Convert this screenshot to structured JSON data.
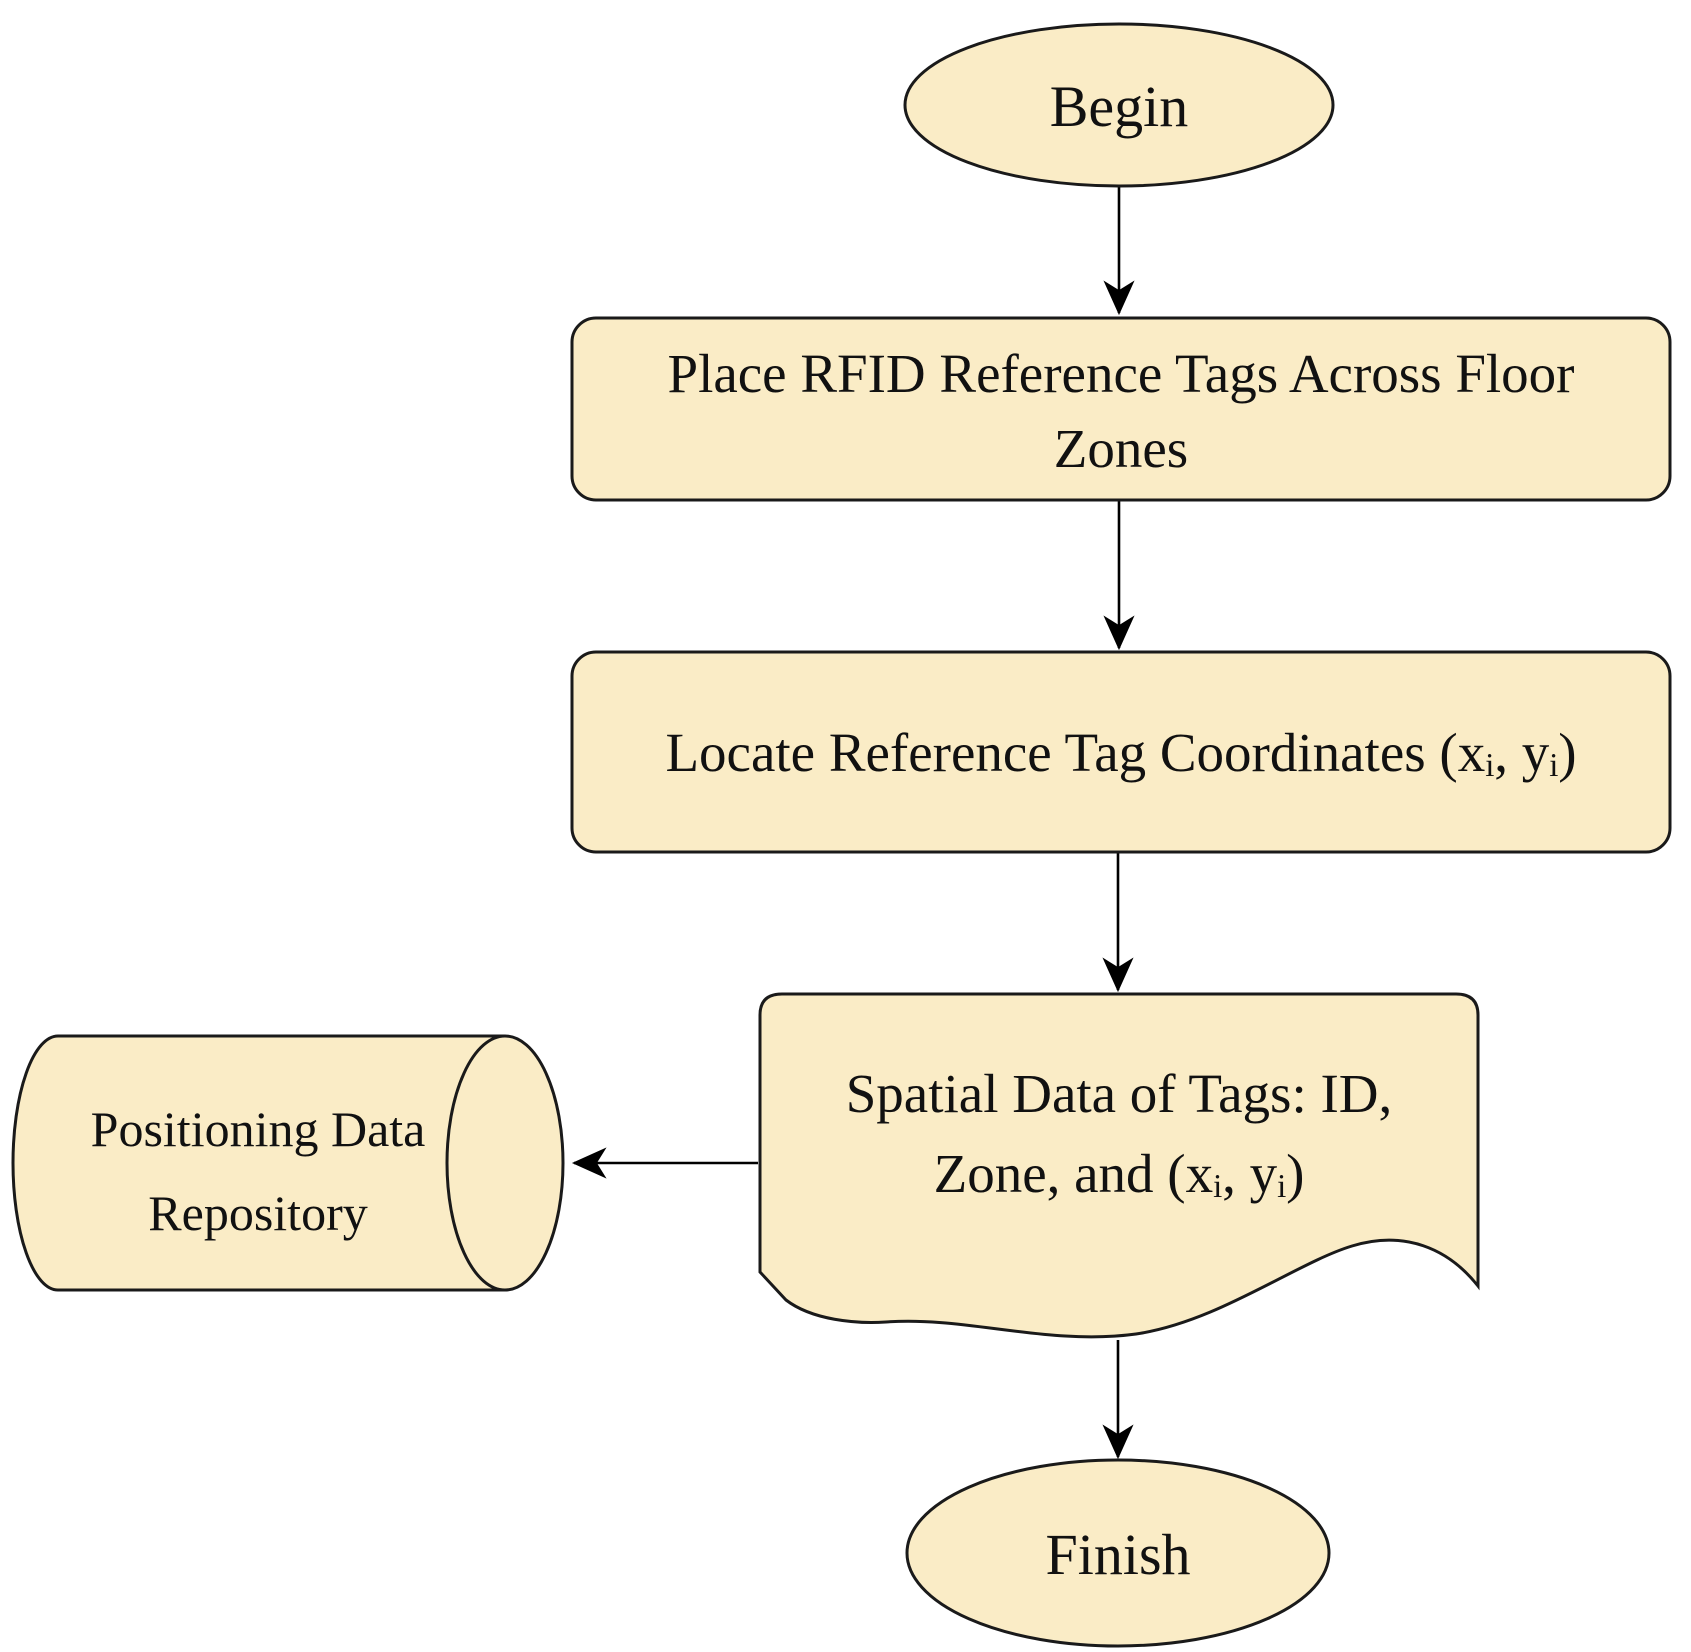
{
  "figure": {
    "type": "flowchart",
    "background": "#FFFFFF",
    "node_fill": "#FAECC6",
    "node_stroke": "#1A1A1A",
    "arrow_color": "#000000"
  },
  "nodes": {
    "begin": {
      "shape": "ellipse",
      "label": "Begin"
    },
    "place_tags": {
      "shape": "rounded-rectangle",
      "line1": "Place RFID Reference Tags Across Floor",
      "line2": "Zones"
    },
    "locate_coords": {
      "shape": "rounded-rectangle",
      "line1": "Locate Reference Tag Coordinates (xᵢ, yᵢ)"
    },
    "spatial_data": {
      "shape": "document",
      "line1": "Spatial Data of Tags: ID,",
      "line2": "Zone, and (xᵢ, yᵢ)"
    },
    "repository": {
      "shape": "cylinder",
      "line1": "Positioning Data",
      "line2": "Repository"
    },
    "finish": {
      "shape": "ellipse",
      "label": "Finish"
    }
  },
  "edges": [
    {
      "from": "begin",
      "to": "place_tags",
      "direction": "down"
    },
    {
      "from": "place_tags",
      "to": "locate_coords",
      "direction": "down"
    },
    {
      "from": "locate_coords",
      "to": "spatial_data",
      "direction": "down"
    },
    {
      "from": "spatial_data",
      "to": "repository",
      "direction": "left"
    },
    {
      "from": "spatial_data",
      "to": "finish",
      "direction": "down"
    }
  ]
}
